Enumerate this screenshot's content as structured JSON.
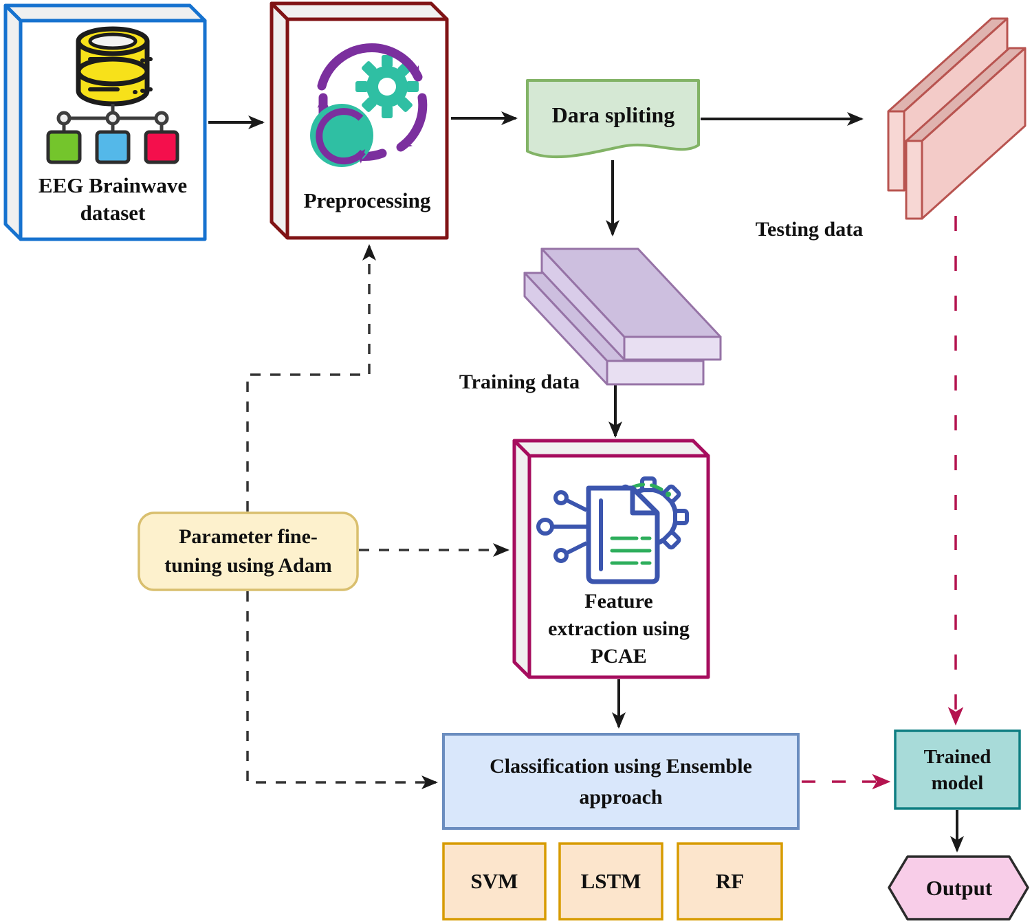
{
  "nodes": {
    "eeg": {
      "lines": [
        "EEG Brainwave",
        "dataset"
      ],
      "icon": "database-tree-icon"
    },
    "preprocessing": {
      "label": "Preprocessing",
      "icon": "sync-gear-icon"
    },
    "data_splitting": {
      "label": "Dara spliting"
    },
    "testing_data": {
      "label": "Testing data"
    },
    "training_data": {
      "label": "Training data"
    },
    "feature_extraction": {
      "lines": [
        "Feature",
        "extraction using",
        "PCAE"
      ],
      "icon": "document-gear-circuit-icon"
    },
    "parameter_tuning": {
      "lines": [
        "Parameter fine-",
        "tuning using Adam"
      ]
    },
    "classification": {
      "lines": [
        "Classification using Ensemble",
        "approach"
      ]
    },
    "svm": {
      "label": "SVM"
    },
    "lstm": {
      "label": "LSTM"
    },
    "rf": {
      "label": "RF"
    },
    "trained_model": {
      "lines": [
        "Trained",
        "model"
      ]
    },
    "output": {
      "label": "Output"
    }
  },
  "edges": [
    {
      "from": "eeg",
      "to": "preprocessing",
      "style": "solid-black"
    },
    {
      "from": "preprocessing",
      "to": "data_splitting",
      "style": "solid-black"
    },
    {
      "from": "data_splitting",
      "to": "testing_data",
      "style": "solid-black"
    },
    {
      "from": "data_splitting",
      "to": "training_data",
      "style": "solid-black"
    },
    {
      "from": "training_data",
      "to": "feature_extraction",
      "style": "solid-black"
    },
    {
      "from": "feature_extraction",
      "to": "classification",
      "style": "solid-black"
    },
    {
      "from": "parameter_tuning",
      "to": "preprocessing",
      "style": "dashed-black"
    },
    {
      "from": "parameter_tuning",
      "to": "feature_extraction",
      "style": "dashed-black"
    },
    {
      "from": "parameter_tuning",
      "to": "classification",
      "style": "dashed-black"
    },
    {
      "from": "classification",
      "to": "trained_model",
      "style": "dashed-crimson"
    },
    {
      "from": "testing_data",
      "to": "trained_model",
      "style": "dashed-crimson"
    },
    {
      "from": "trained_model",
      "to": "output",
      "style": "solid-black"
    }
  ],
  "colors": {
    "eeg_border": "#1672cf",
    "preprocessing_border": "#801315",
    "feature_border": "#a60d5e",
    "document_fill": "#d5e8d4",
    "document_border": "#82b366",
    "training_slab_fill": "#cdbfdf",
    "training_slab_border": "#9673a6",
    "testing_slab_fill": "#f3cbc8",
    "testing_slab_border": "#b85450",
    "parameter_fill": "#fdf1cd",
    "parameter_border": "#d9bf6e",
    "classification_fill": "#d9e7fb",
    "classification_border": "#6b8dbf",
    "model_box_fill": "#fce5cc",
    "model_box_border": "#d79b00",
    "trained_fill": "#a8dbd9",
    "trained_border": "#0f7e82",
    "output_fill": "#f8cde8",
    "output_border": "#2b2b2b",
    "solid_edge": "#1a1a1a",
    "dashed_edge": "#333333",
    "crimson_edge": "#b4134f"
  }
}
